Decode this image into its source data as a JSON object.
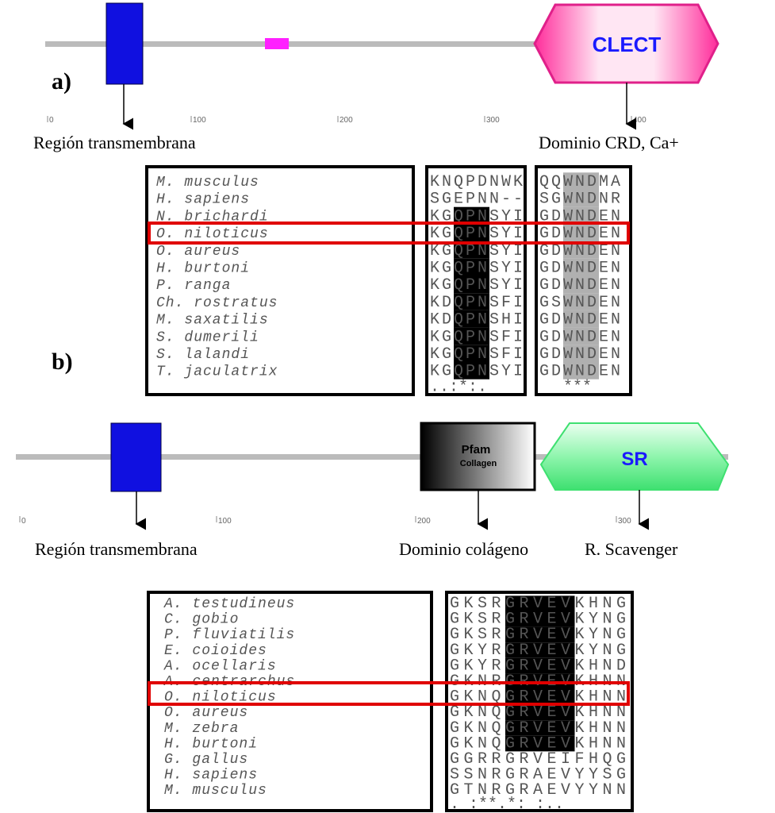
{
  "panel_a": {
    "label": "a)",
    "domain_label": "CLECT",
    "ticks": [
      "0",
      "100",
      "200",
      "300",
      "400"
    ],
    "tm_label": "Región transmembrana",
    "crd_label": "Dominio CRD, Ca+",
    "colors": {
      "tm": "#1010e0",
      "motif": "#ff20ff",
      "clect": "#ff3da8",
      "line": "#bbbbbb",
      "highlight": "#e00000"
    }
  },
  "alignment_a": {
    "label": "b)",
    "species": [
      "M. musculus",
      "H. sapiens",
      "N. brichardi",
      "O. niloticus",
      "O. aureus",
      "H. burtoni",
      "P. ranga",
      "Ch. rostratus",
      "M. saxatilis",
      "S. dumerili",
      "S. lalandi",
      "T. jaculatrix"
    ],
    "block1": [
      "KNQPDNWK",
      "SGEPNN--",
      "KGQPNSYI",
      "KGQPNSYI",
      "KGQPNSYI",
      "KGQPNSYI",
      "KGQPNSYI",
      "KDQPNSFI",
      "KDQPNSHI",
      "KGQPNSFI",
      "KGQPNSFI",
      "KGQPNSYI"
    ],
    "block1_consensus": "..:*:.",
    "block2": [
      "QQWNDMA",
      "SGWNDNR",
      "GDWNDEN",
      "GDWNDEN",
      "GDWNDEN",
      "GDWNDEN",
      "GDWNDEN",
      "GSWNDEN",
      "GDWNDEN",
      "GDWNDEN",
      "GDWNDEN",
      "GDWNDEN"
    ],
    "block2_consensus": "***",
    "highlighted_species": "O. niloticus"
  },
  "panel_b": {
    "pfam_label": "Pfam",
    "collagen_label": "Collagen",
    "sr_label": "SR",
    "ticks": [
      "0",
      "100",
      "200",
      "300"
    ],
    "tm_label": "Región transmembrana",
    "collagen_domain_label": "Dominio colágeno",
    "scavenger_label": "R. Scavenger",
    "colors": {
      "tm": "#1010e0",
      "sr": "#5cf08a",
      "line": "#bbbbbb"
    }
  },
  "alignment_b": {
    "species": [
      "A. testudineus",
      "C. gobio",
      "P. fluviatilis",
      "E. coioides",
      "A. ocellaris",
      "A. centrarchus",
      "O. niloticus",
      "O. aureus",
      "M. zebra",
      "H. burtoni",
      "G. gallus",
      "H. sapiens",
      "M. musculus"
    ],
    "block": [
      "GKSRGRVEVKHNG",
      "GKSRGRVEVKYNG",
      "GKSRGRVEVKYNG",
      "GKYRGRVEVKYNG",
      "GKYRGRVEVKHND",
      "GKNRGRVEVKHNN",
      "GKNQGRVEVKHNN",
      "GKNQGRVEVKHNN",
      "GKNQGRVEVKHNN",
      "GKNQGRVEVKHNN",
      "GGRRGRVEIFHQG",
      "SSNRGRAEVYYSG",
      "GTNRGRAEVYYNN"
    ],
    "consensus": ". :**.*: :..",
    "highlighted_species": "O. niloticus"
  }
}
